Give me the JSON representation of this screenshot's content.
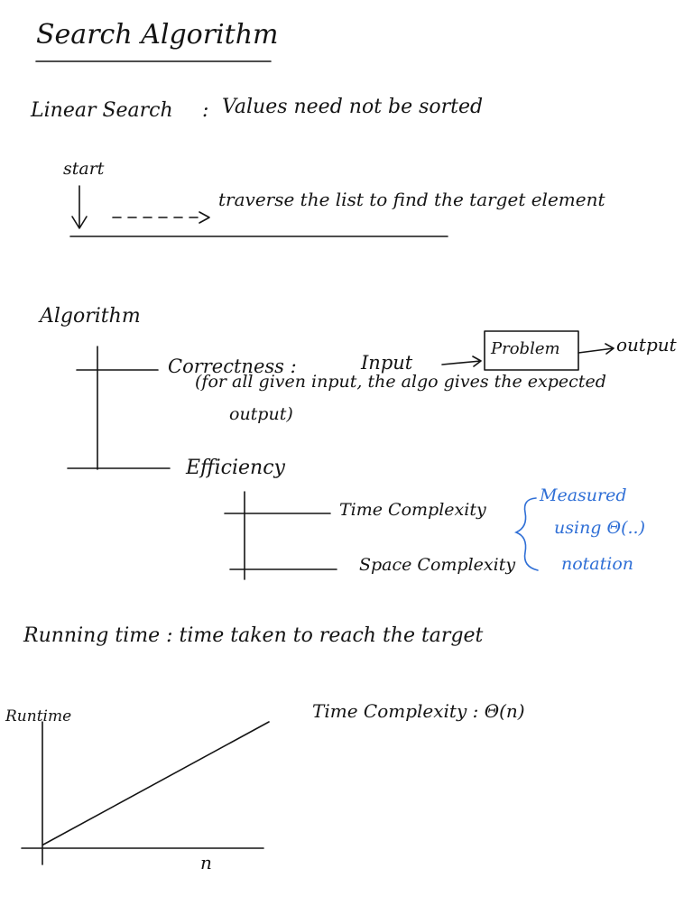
{
  "title": "Search Algorithm",
  "linear_search": {
    "label": "Linear Search",
    "colon": ":",
    "note": "Values need not be sorted",
    "start": "start",
    "traverse": "traverse the list to find the target element"
  },
  "algorithm": {
    "heading": "Algorithm",
    "correctness": "Correctness :",
    "input": "Input",
    "problem": "Problem",
    "output": "output",
    "correctness_note_1": "(for all given input, the algo gives the expected",
    "correctness_note_2": "output)",
    "efficiency": "Efficiency",
    "time_complexity": "Time Complexity",
    "space_complexity": "Space Complexity",
    "measured_1": "Measured",
    "measured_2": "using Θ(..)",
    "measured_3": "notation"
  },
  "running_time": {
    "text": "Running time : time taken to reach the target",
    "graph_ylabel": "Runtime",
    "graph_xlabel": "n",
    "complexity": "Time Complexity : Θ(n)"
  },
  "colors": {
    "ink": "#141414",
    "blue_ink": "#2f6fd6"
  }
}
